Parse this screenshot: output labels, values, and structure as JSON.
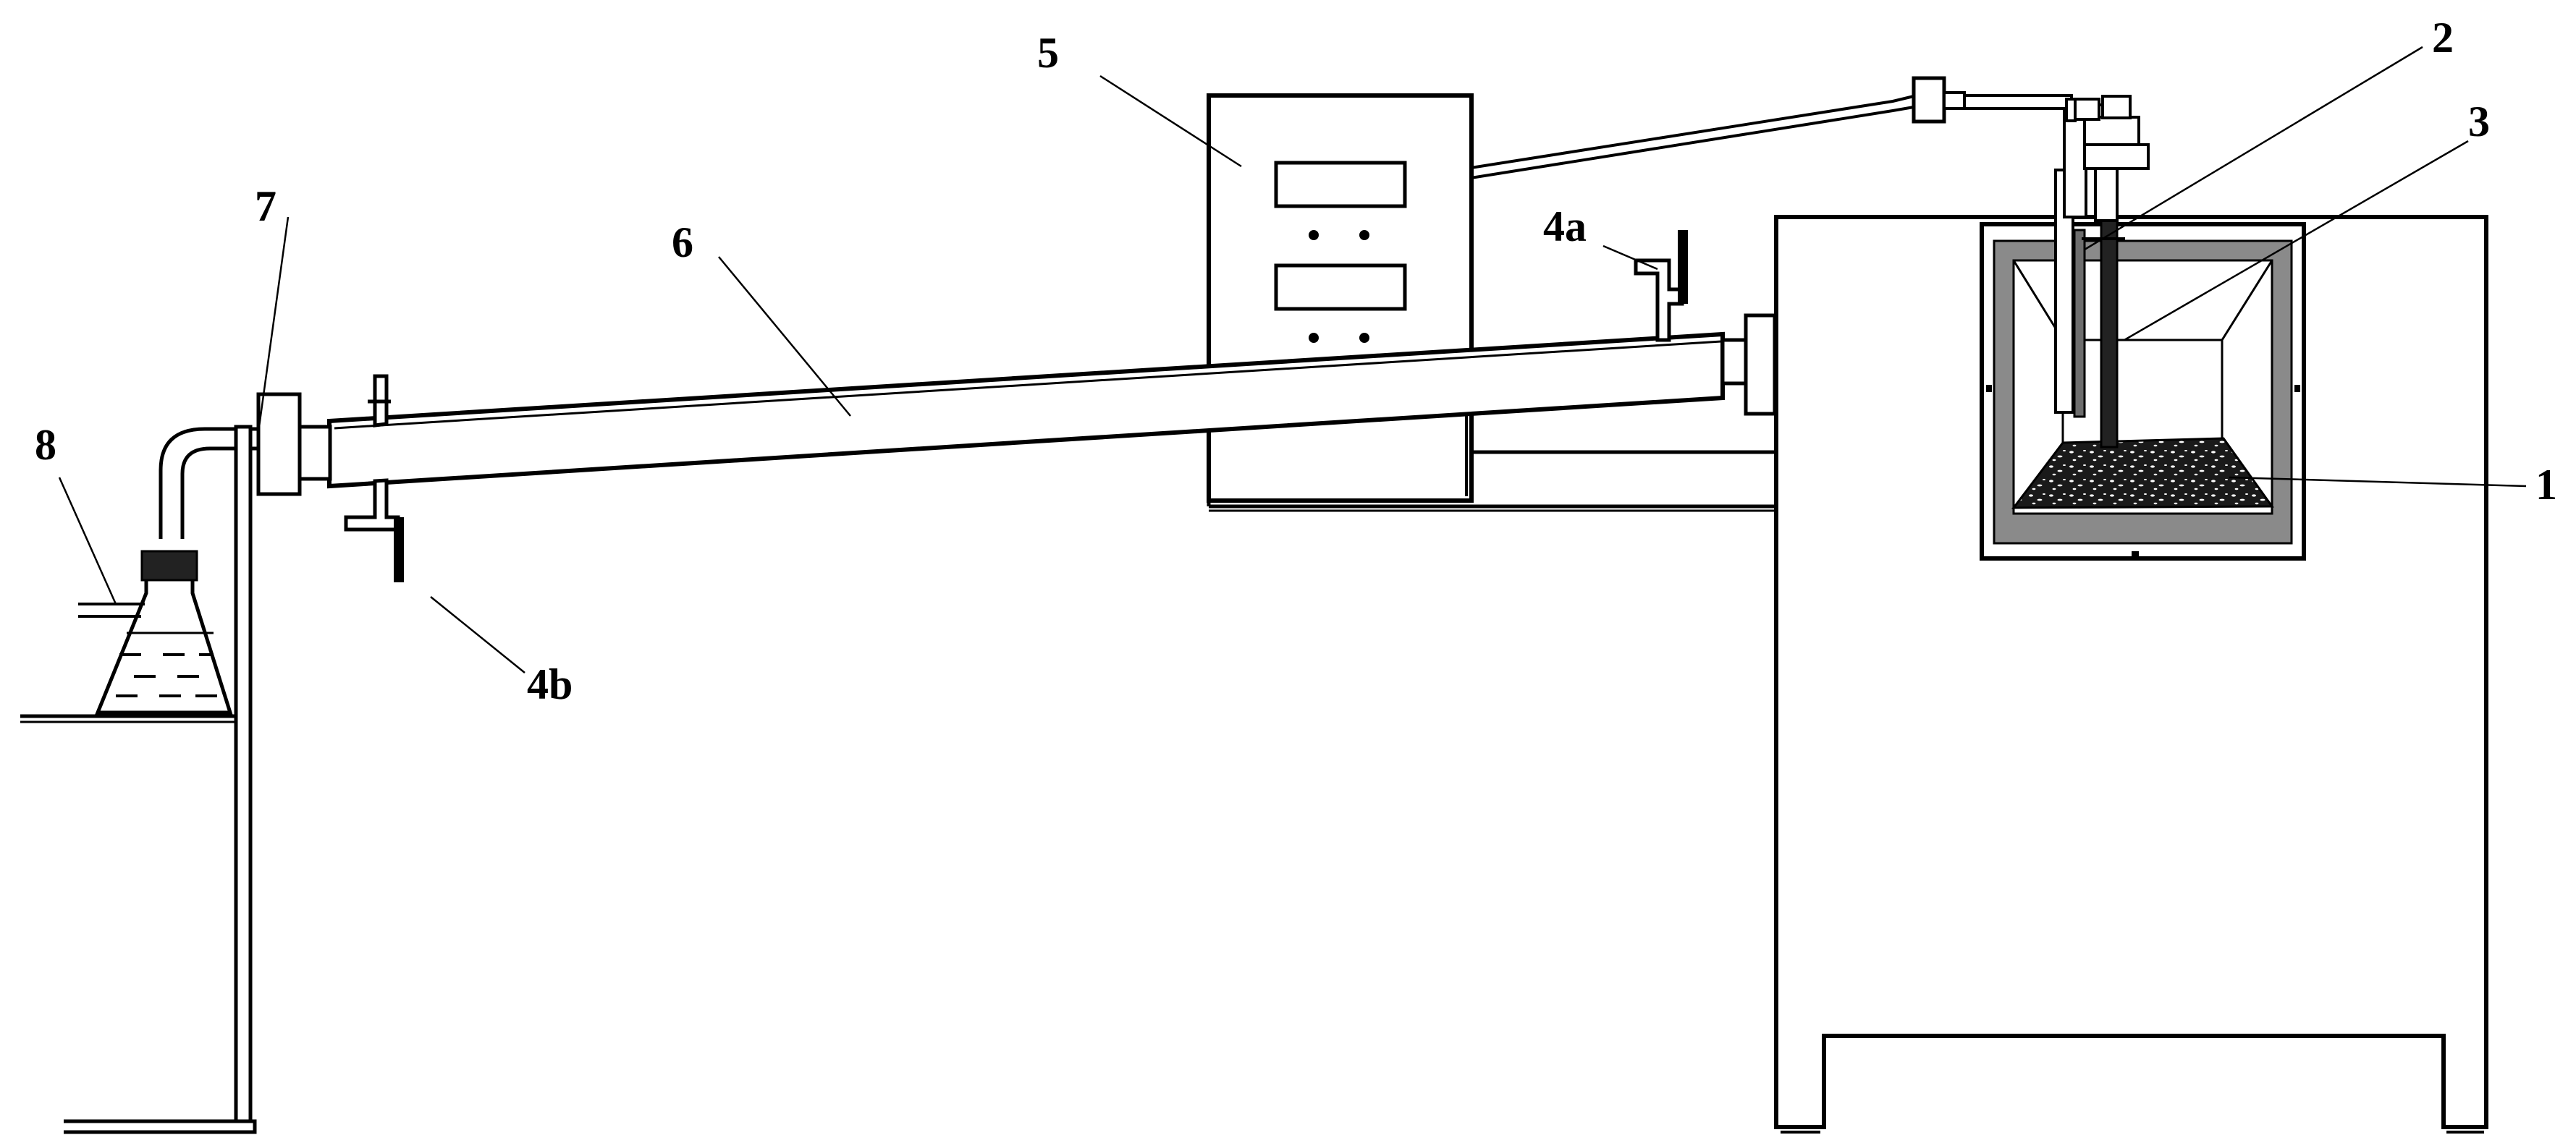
{
  "diagram": {
    "labels": {
      "item_1": "1",
      "item_2": "2",
      "item_3": "3",
      "item_4a": "4a",
      "item_4b": "4b",
      "item_5": "5",
      "item_6": "6",
      "item_7": "7",
      "item_8": "8"
    },
    "colors": {
      "line": "#000000",
      "background": "#ffffff",
      "furnace_lining": "#8a8a8a",
      "sample_bed": "#1a1a1a"
    }
  }
}
